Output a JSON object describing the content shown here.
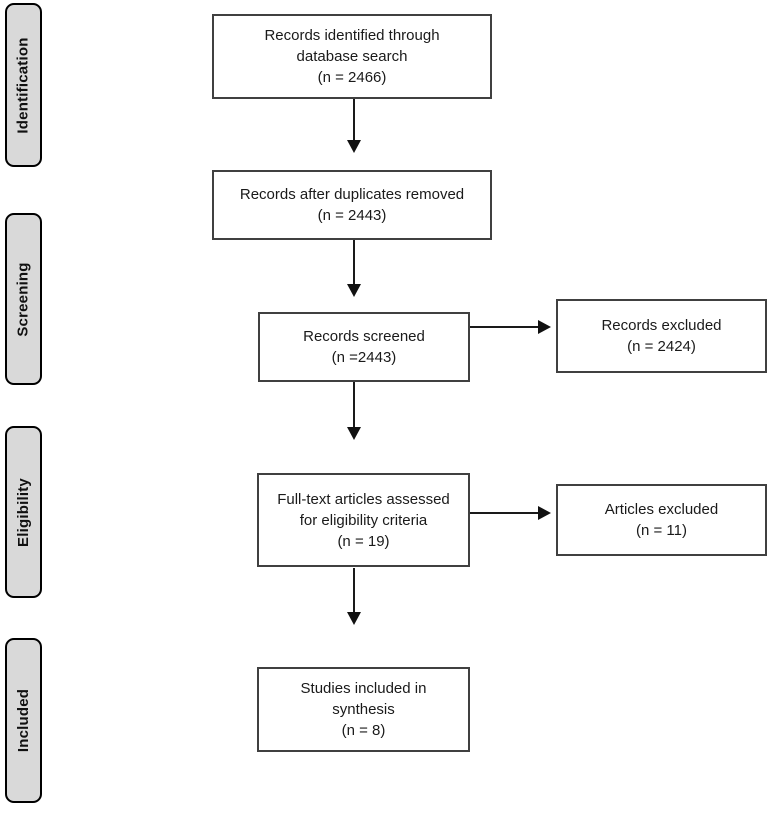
{
  "stages": [
    {
      "label": "Identification"
    },
    {
      "label": "Screening"
    },
    {
      "label": "Eligibility"
    },
    {
      "label": "Included"
    }
  ],
  "boxes": {
    "identified": {
      "lines": [
        "Records identified through",
        "database search",
        "(n = 2466)"
      ]
    },
    "duplicates_removed": {
      "lines": [
        "Records after duplicates removed",
        "(n = 2443)"
      ]
    },
    "screened": {
      "lines": [
        "Records screened",
        "(n =2443)"
      ]
    },
    "records_excluded": {
      "lines": [
        "Records excluded",
        "(n = 2424)"
      ]
    },
    "fulltext_assessed": {
      "lines": [
        "Full-text articles assessed",
        "for eligibility criteria",
        "(n = 19)"
      ]
    },
    "articles_excluded": {
      "lines": [
        "Articles excluded",
        "(n = 11)"
      ]
    },
    "included_synthesis": {
      "lines": [
        "Studies included in",
        "synthesis",
        "(n = 8)"
      ]
    }
  },
  "colors": {
    "stage_fill": "#d9d9d9",
    "stage_border": "#000000",
    "box_border": "#404040",
    "arrow": "#1a1a1a",
    "text": "#1a1a1a"
  }
}
